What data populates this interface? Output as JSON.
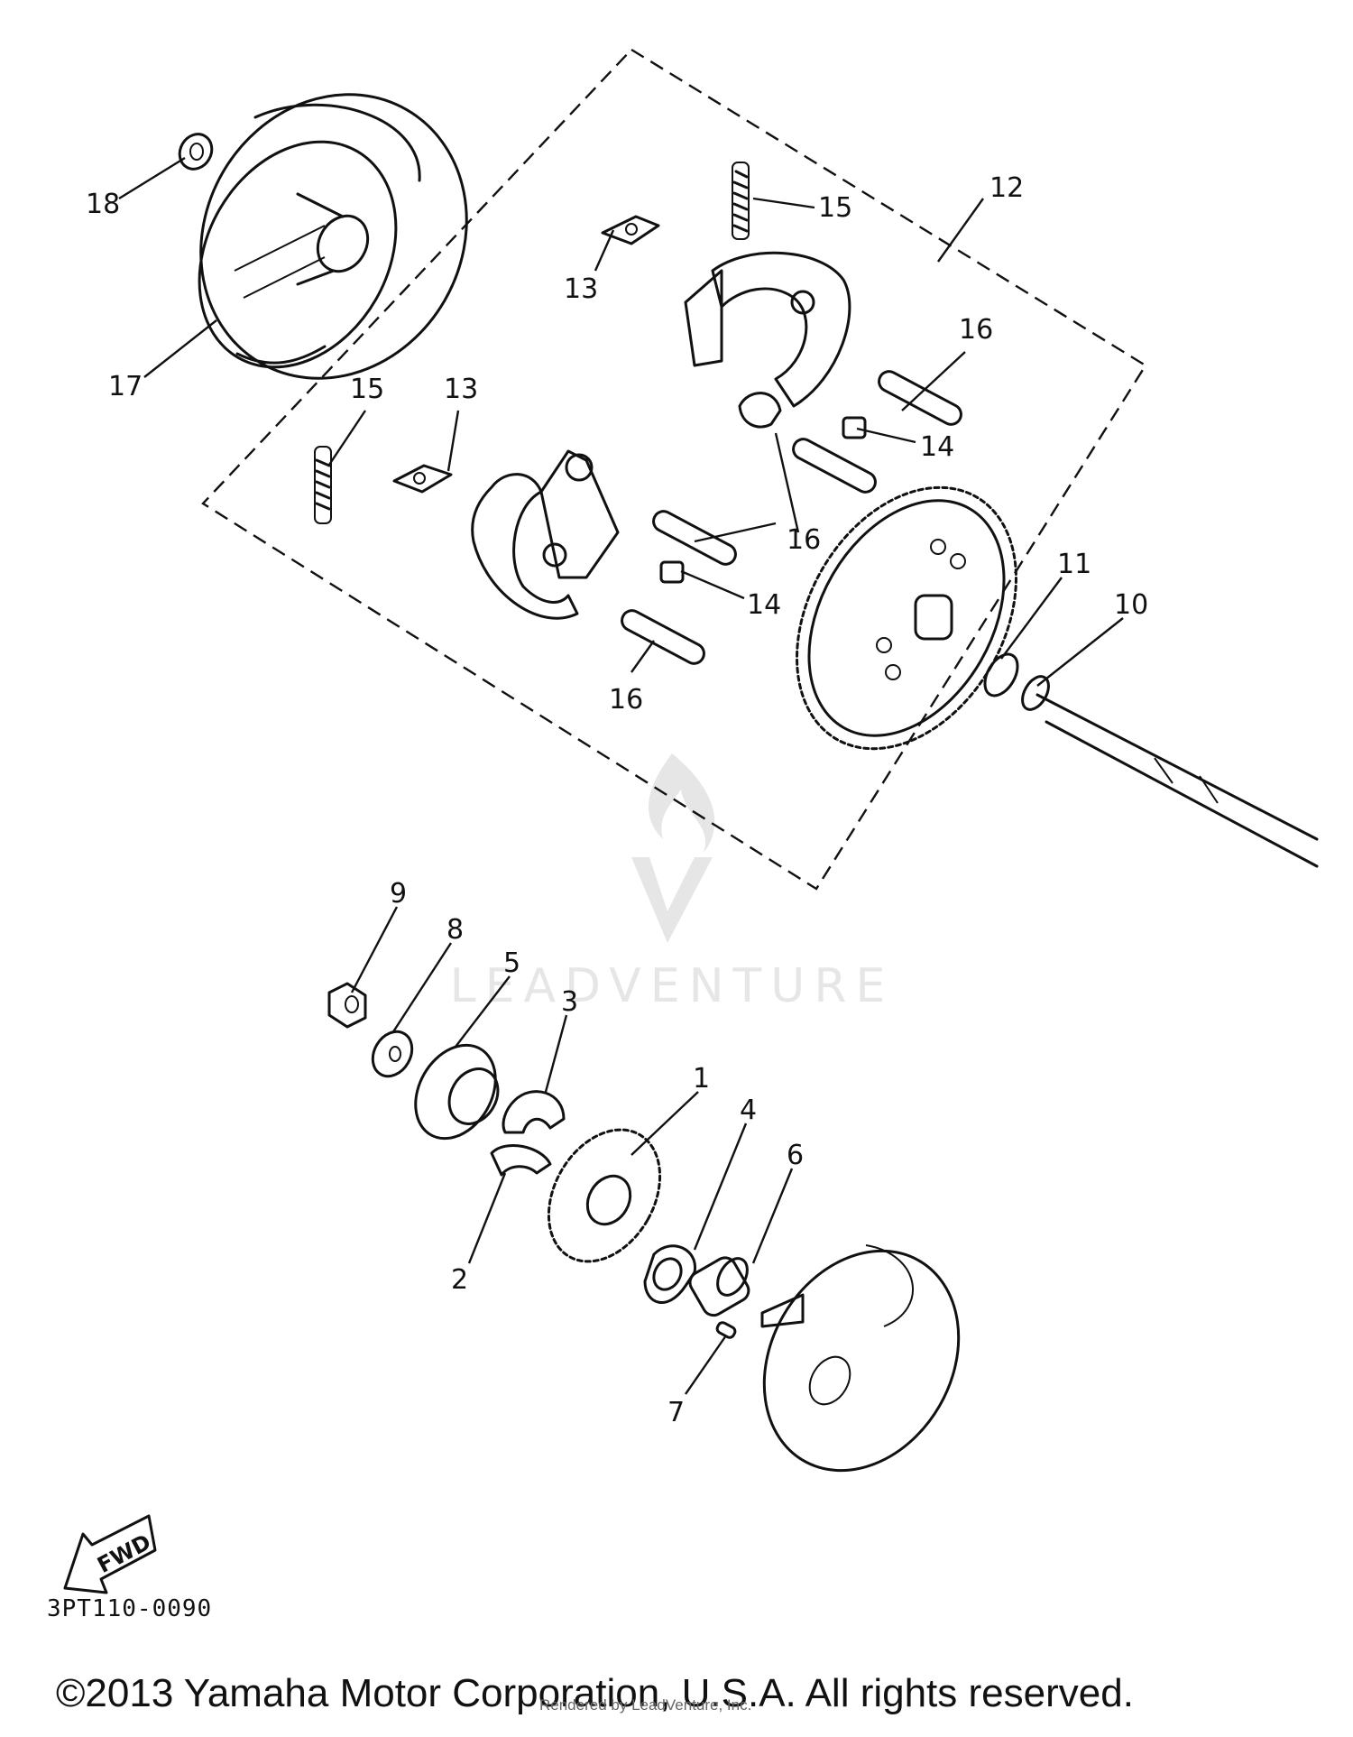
{
  "callouts": {
    "c1": "1",
    "c2": "2",
    "c3": "3",
    "c4": "4",
    "c5": "5",
    "c6": "6",
    "c7": "7",
    "c8": "8",
    "c9": "9",
    "c10": "10",
    "c11": "11",
    "c12": "12",
    "c13a": "13",
    "c13b": "13",
    "c14a": "14",
    "c14b": "14",
    "c15a": "15",
    "c15b": "15",
    "c16a": "16",
    "c16b": "16",
    "c16c": "16",
    "c17": "17",
    "c18": "18"
  },
  "fwd_label": "FWD",
  "watermark": "LEADVENTURE",
  "diagram_code": "3PT110-0090",
  "copyright": "©2013 Yamaha Motor Corporation, U.S.A. All rights reserved.",
  "rendered_by": "Rendered by LeadVenture, Inc.",
  "colors": {
    "ink": "#111111",
    "watermark": "#e6e6e6"
  }
}
